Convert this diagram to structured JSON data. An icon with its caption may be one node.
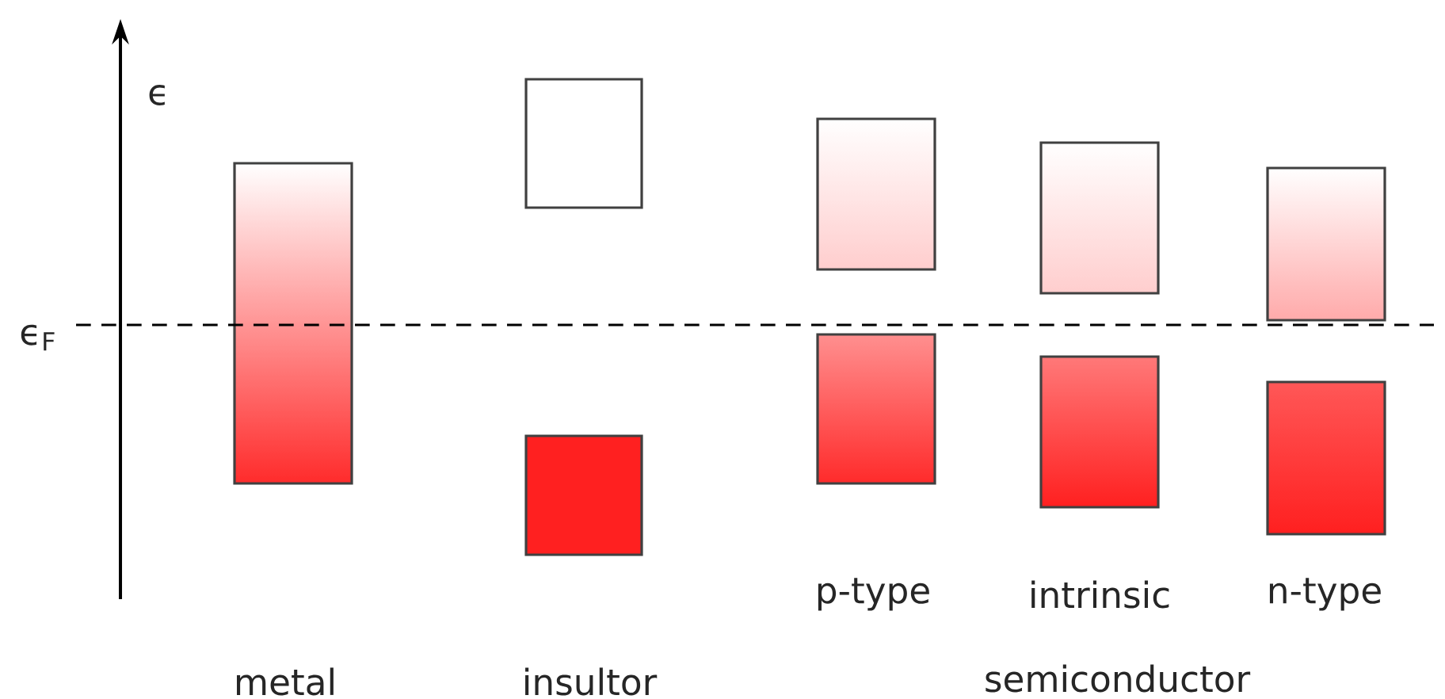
{
  "diagram": {
    "labels": [
      "ϵ",
      "ϵ$_{F}$",
      "p-type",
      "intrinsic",
      "n-type",
      "metal",
      "insultor",
      "semiconductor"
    ]
  }
}
